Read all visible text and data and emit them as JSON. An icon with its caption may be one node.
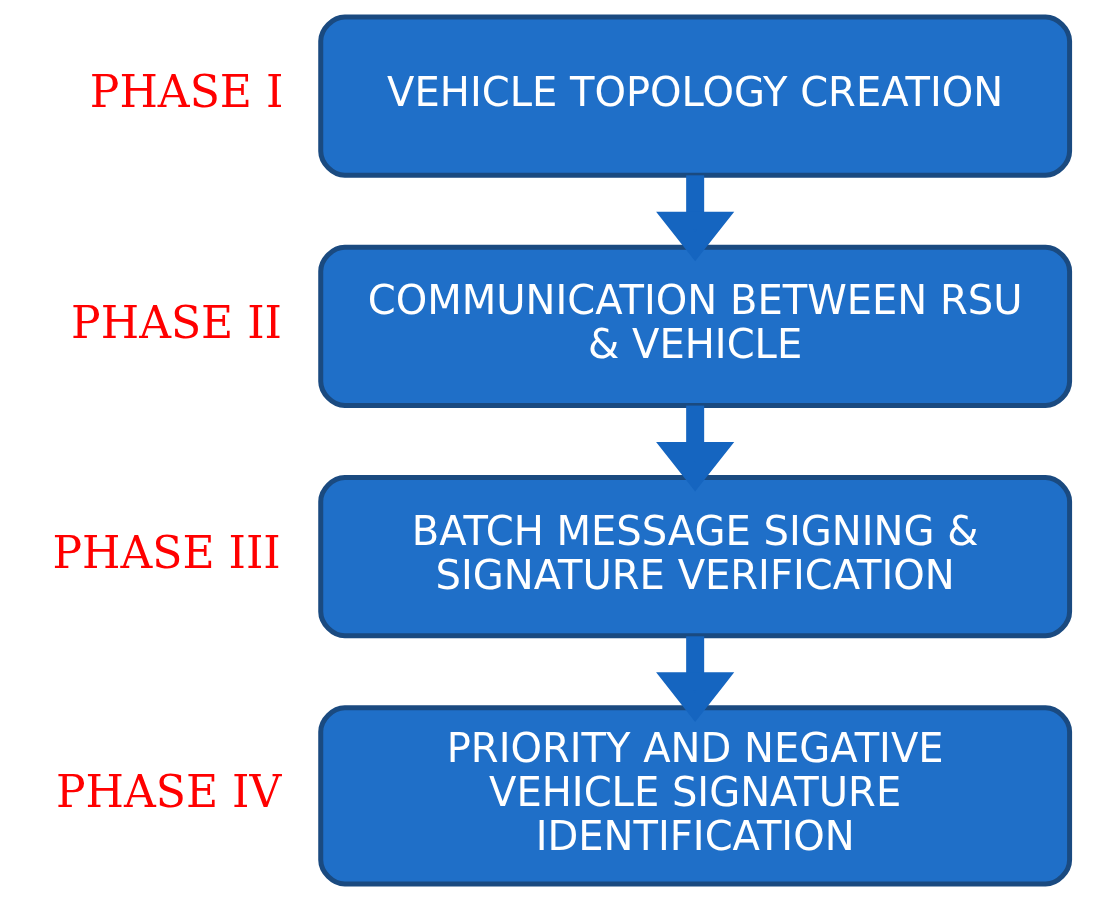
{
  "diagram": {
    "nodes": [
      {
        "text": [
          "VEHICLE TOPOLOGY CREATION"
        ],
        "beside": [
          "PHASE I"
        ]
      },
      {
        "text": [
          "COMMUNICATION BETWEEN RSU & VEHICLE"
        ],
        "beside": [
          "PHASE II"
        ]
      },
      {
        "text": [
          "BATCH MESSAGE SIGNING & SIGNATURE VERIFICATION"
        ],
        "beside": [
          "PHASE III"
        ]
      },
      {
        "text": [
          "PRIORITY AND NEGATIVE VEHICLE SIGNATURE IDENTIFICATION"
        ],
        "beside": [
          "PHASE IV"
        ]
      }
    ],
    "edges": [
      {
        "from": 0,
        "to": 1,
        "arrow": "to"
      },
      {
        "from": 1,
        "to": 2,
        "arrow": "to"
      },
      {
        "from": 2,
        "to": 3,
        "arrow": "to"
      }
    ]
  }
}
